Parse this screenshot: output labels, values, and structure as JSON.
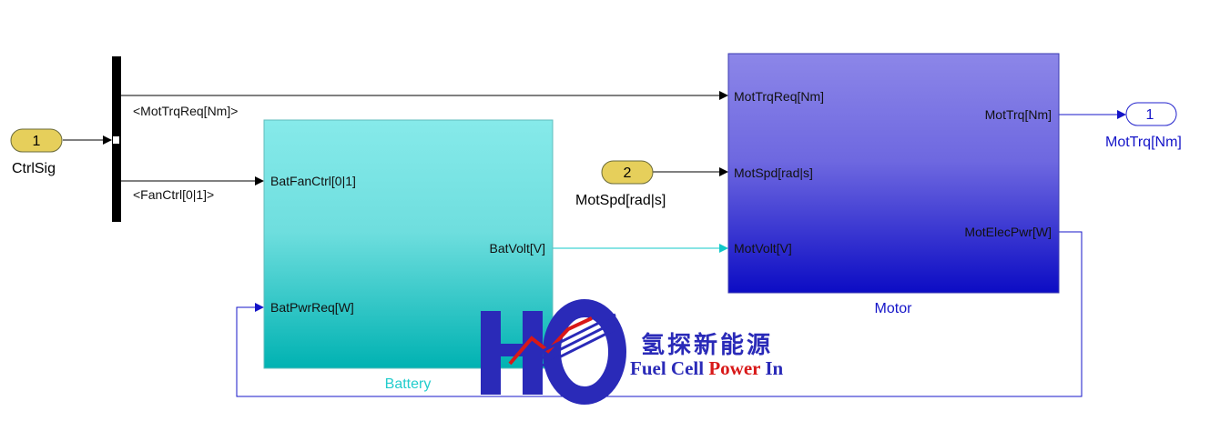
{
  "inports": [
    {
      "number": "1",
      "label": "CtrlSig"
    },
    {
      "number": "2",
      "label": "MotSpd[rad|s]"
    }
  ],
  "outports": [
    {
      "number": "1",
      "label": "MotTrq[Nm]"
    }
  ],
  "bus_signals": [
    {
      "label": "<MotTrqReq[Nm]>"
    },
    {
      "label": "<FanCtrl[0|1]>"
    }
  ],
  "battery": {
    "name": "Battery",
    "inputs": [
      "BatFanCtrl[0|1]",
      "BatPwrReq[W]"
    ],
    "outputs": [
      "BatVolt[V]"
    ]
  },
  "motor": {
    "name": "Motor",
    "inputs": [
      "MotTrqReq[Nm]",
      "MotSpd[rad|s]",
      "MotVolt[V]"
    ],
    "outputs": [
      "MotTrq[Nm]",
      "MotElecPwr[W]"
    ]
  },
  "watermark": {
    "mark": "HO",
    "chinese_text": "氢探新能源",
    "english_prefix": "Fuel Cell ",
    "english_highlight": "Power",
    "english_suffix": " In"
  },
  "colors": {
    "inport_fill": "#e6cf5b",
    "outport_stroke": "#2222cc",
    "battery_top": "#84e8e8",
    "battery_bottom": "#00b3b3",
    "motor_top": "#8a84e6",
    "motor_bottom": "#1010c8",
    "signal_black": "#000000",
    "signal_cyan": "#10c8c8",
    "signal_blue": "#1414c8",
    "logo_blue": "#2a2ab8",
    "logo_red": "#d81818"
  }
}
